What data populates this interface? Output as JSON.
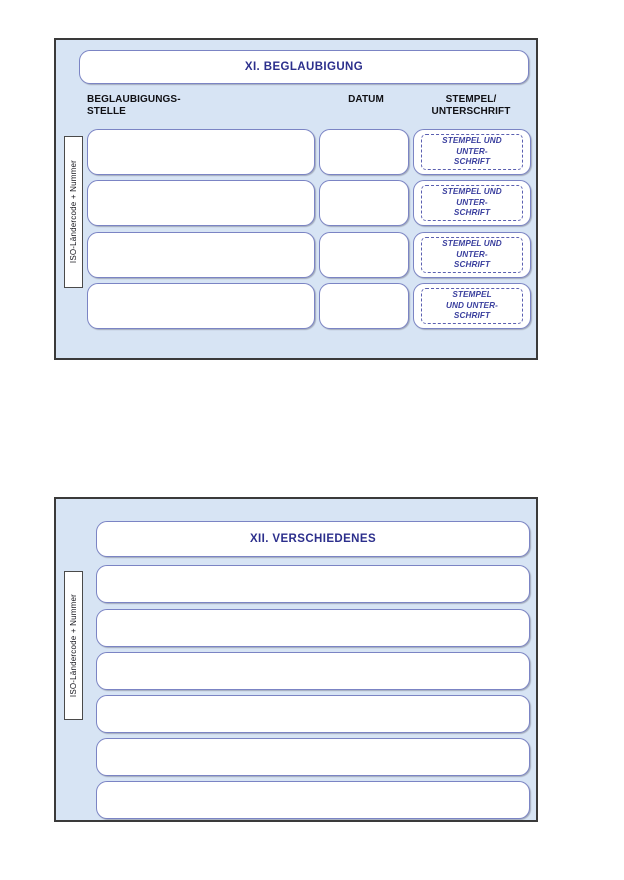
{
  "document": {
    "language": "de",
    "background_color": "#ffffff",
    "panel_fill": "#d7e4f4",
    "panel_border": "#3a3a3a",
    "field_border": "#7b84c4",
    "title_color": "#2c2f8c",
    "header_color": "#101014",
    "stamp_color": "#3a3f9e"
  },
  "panel_beglaubigung": {
    "title": "XI. BEGLAUBIGUNG",
    "side_tab_label": "ISO-Ländercode + Nummer",
    "column_headers": {
      "stelle": "BEGLAUBIGUNGS-\nSTELLE",
      "stelle_line1": "BEGLAUBIGUNGS-",
      "stelle_line2": "STELLE",
      "datum": "DATUM",
      "stempel_line1": "STEMPEL/",
      "stempel_line2": "UNTERSCHRIFT"
    },
    "rows": [
      {
        "stelle_value": "",
        "datum_value": "",
        "stamp_lines": [
          "STEMPEL UND",
          "UNTER-",
          "SCHRIFT"
        ]
      },
      {
        "stelle_value": "",
        "datum_value": "",
        "stamp_lines": [
          "STEMPEL UND",
          "UNTER-",
          "SCHRIFT"
        ]
      },
      {
        "stelle_value": "",
        "datum_value": "",
        "stamp_lines": [
          "STEMPEL UND",
          "UNTER-",
          "SCHRIFT"
        ]
      },
      {
        "stelle_value": "",
        "datum_value": "",
        "stamp_lines": [
          "STEMPEL",
          "UND UNTER-",
          "SCHRIFT"
        ]
      }
    ]
  },
  "panel_verschiedenes": {
    "title": "XII. VERSCHIEDENES",
    "side_tab_label": "ISO-Ländercode + Nummer",
    "rows": [
      {
        "value": ""
      },
      {
        "value": ""
      },
      {
        "value": ""
      },
      {
        "value": ""
      },
      {
        "value": ""
      },
      {
        "value": ""
      }
    ]
  }
}
